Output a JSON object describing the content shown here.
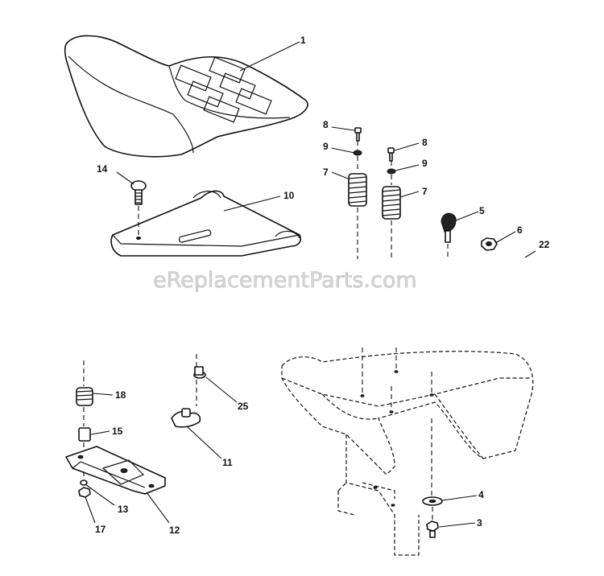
{
  "watermark": "eReplacementParts.com",
  "callouts": {
    "c1": "1",
    "c3": "3",
    "c4": "4",
    "c5": "5",
    "c6": "6",
    "c7a": "7",
    "c7b": "7",
    "c8a": "8",
    "c8b": "8",
    "c9a": "9",
    "c9b": "9",
    "c10": "10",
    "c11": "11",
    "c12": "12",
    "c13": "13",
    "c14": "14",
    "c15": "15",
    "c17": "17",
    "c18": "18",
    "c22": "22",
    "c25": "25"
  }
}
